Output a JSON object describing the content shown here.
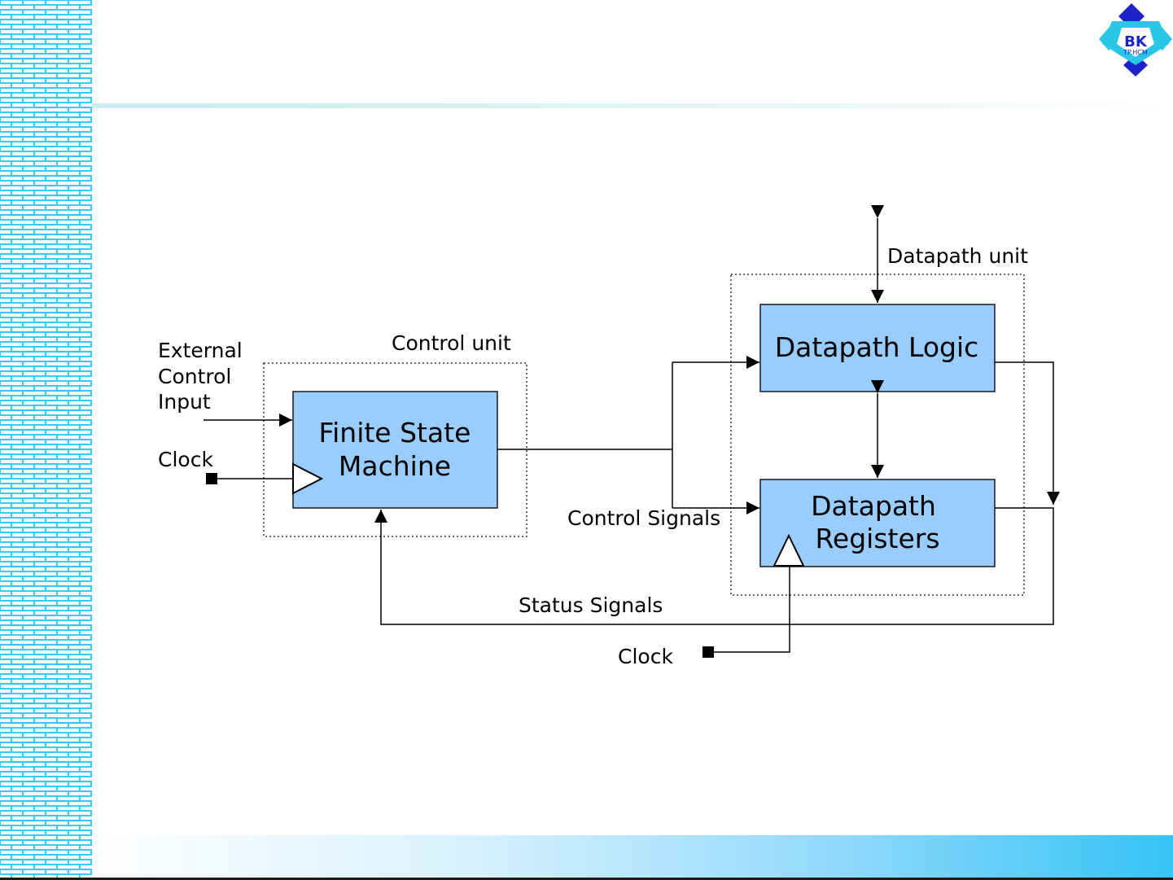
{
  "logo": {
    "line1": "BK",
    "line2": "TP.HCM"
  },
  "diagram": {
    "external_input_label": [
      "External",
      "Control",
      "Input"
    ],
    "clock_label_left": "Clock",
    "control_unit_label": "Control unit",
    "fsm_label": [
      "Finite State",
      "Machine"
    ],
    "datapath_unit_label": "Datapath unit",
    "datapath_logic_label": "Datapath Logic",
    "datapath_registers_label": [
      "Datapath",
      "Registers"
    ],
    "control_signals_label": "Control Signals",
    "status_signals_label": "Status Signals",
    "clock_label_bottom": "Clock"
  },
  "colors": {
    "box_fill": "#99ccff",
    "box_stroke": "#1a1a1a",
    "brick": "#33ccff",
    "footer_accent": "#35c3f4"
  }
}
